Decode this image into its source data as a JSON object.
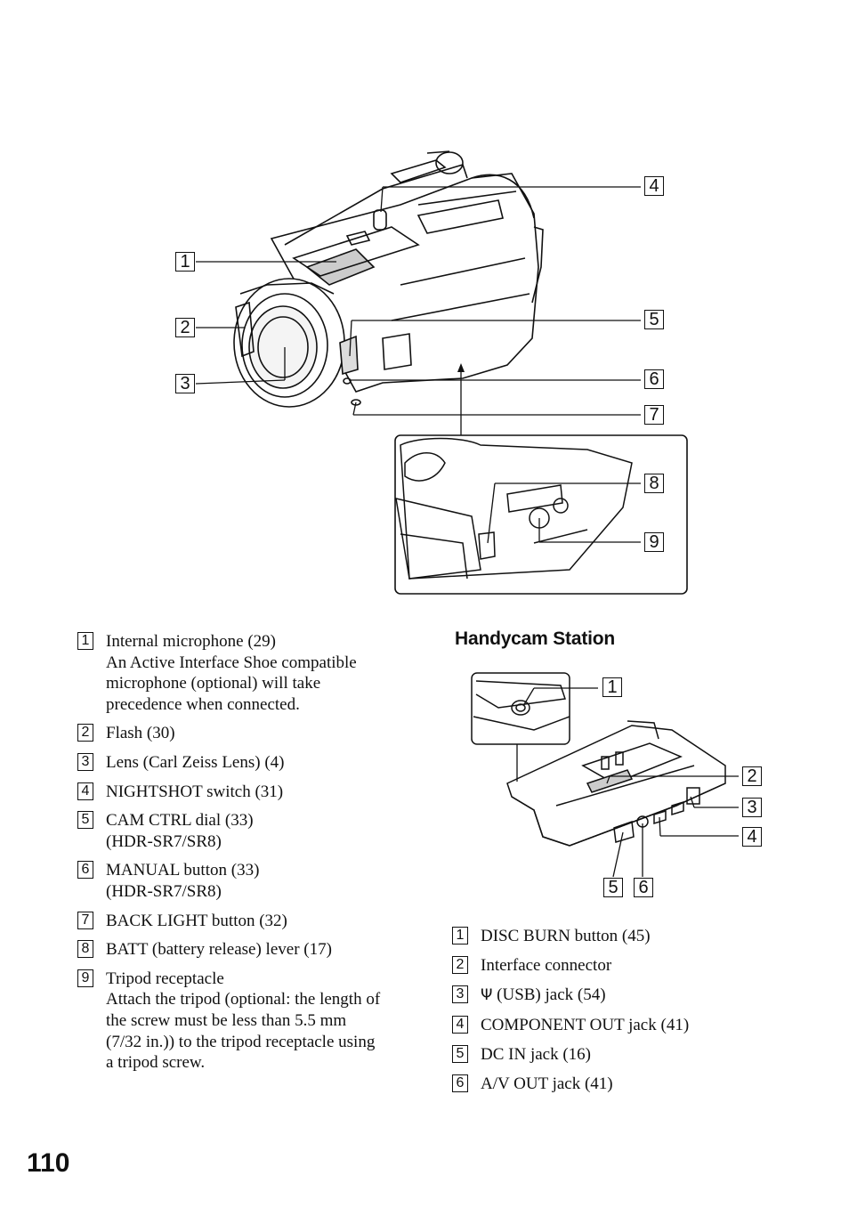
{
  "page_number": "110",
  "camera_callouts": [
    "1",
    "2",
    "3",
    "4",
    "5",
    "6",
    "7",
    "8",
    "9"
  ],
  "station_callouts": [
    "1",
    "2",
    "3",
    "4",
    "5",
    "6"
  ],
  "station_heading": "Handycam Station",
  "camera_items": [
    {
      "num": "1",
      "lines": [
        "Internal microphone (29)",
        "An Active Interface Shoe compatible",
        "microphone (optional) will take",
        "precedence when connected."
      ]
    },
    {
      "num": "2",
      "lines": [
        "Flash (30)"
      ]
    },
    {
      "num": "3",
      "lines": [
        "Lens (Carl Zeiss Lens) (4)"
      ]
    },
    {
      "num": "4",
      "lines": [
        "NIGHTSHOT switch (31)"
      ]
    },
    {
      "num": "5",
      "lines": [
        "CAM CTRL dial (33)",
        "(HDR-SR7/SR8)"
      ]
    },
    {
      "num": "6",
      "lines": [
        "MANUAL button (33)",
        "(HDR-SR7/SR8)"
      ]
    },
    {
      "num": "7",
      "lines": [
        "BACK LIGHT button (32)"
      ]
    },
    {
      "num": "8",
      "lines": [
        "BATT (battery release) lever (17)"
      ]
    },
    {
      "num": "9",
      "lines": [
        "Tripod receptacle",
        "Attach the tripod (optional: the length of",
        "the screw must be less than 5.5 mm",
        "(7/32 in.)) to the tripod receptacle using",
        "a tripod screw."
      ]
    }
  ],
  "station_items": [
    {
      "num": "1",
      "text": "DISC BURN button (45)"
    },
    {
      "num": "2",
      "text": "Interface connector"
    },
    {
      "num": "3",
      "icon": "usb-icon",
      "text": " (USB) jack (54)"
    },
    {
      "num": "4",
      "text": "COMPONENT OUT jack (41)"
    },
    {
      "num": "5",
      "text": "DC IN jack (16)"
    },
    {
      "num": "6",
      "text": "A/V OUT jack (41)"
    }
  ]
}
